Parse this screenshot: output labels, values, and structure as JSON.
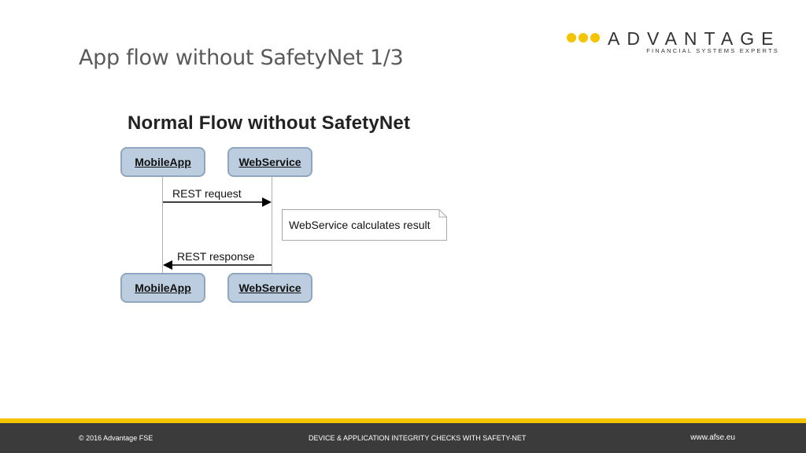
{
  "slide": {
    "title": "App flow without SafetyNet 1/3"
  },
  "logo": {
    "wordmark": "ADVANTAGE",
    "tagline": "FINANCIAL SYSTEMS EXPERTS",
    "color": "#f5c400"
  },
  "diagram": {
    "title": "Normal Flow without SafetyNet",
    "participants": {
      "mobile_top": "MobileApp",
      "web_top": "WebService",
      "mobile_bottom": "MobileApp",
      "web_bottom": "WebService"
    },
    "messages": {
      "request": "REST request",
      "response": "REST response"
    },
    "note": "WebService calculates result"
  },
  "footer": {
    "copyright": "© 2016 Advantage FSE",
    "center": "DEVICE & APPLICATION INTEGRITY CHECKS WITH SAFETY-NET",
    "url": "www.afse.eu"
  }
}
